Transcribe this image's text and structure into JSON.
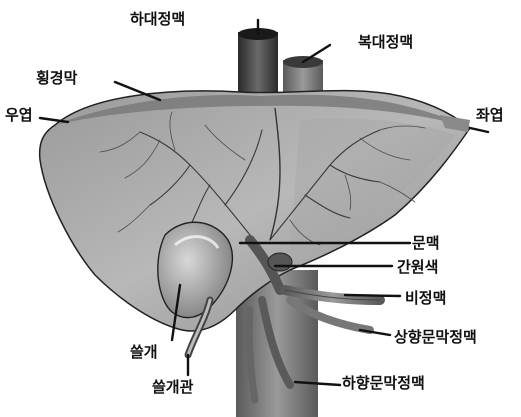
{
  "labels": {
    "ivc": "하대정맥",
    "hepatic_vein": "복대정맥",
    "diaphragm": "횡경막",
    "right_lobe": "우엽",
    "left_lobe": "좌엽",
    "portal_vein": "문맥",
    "round_ligament": "간원색",
    "splenic_vein": "비정맥",
    "superior_mesenteric": "상향문막정맥",
    "gallbladder": "쓸개",
    "bile_duct": "쓸개관",
    "inferior_mesenteric": "하향문막정맥"
  }
}
